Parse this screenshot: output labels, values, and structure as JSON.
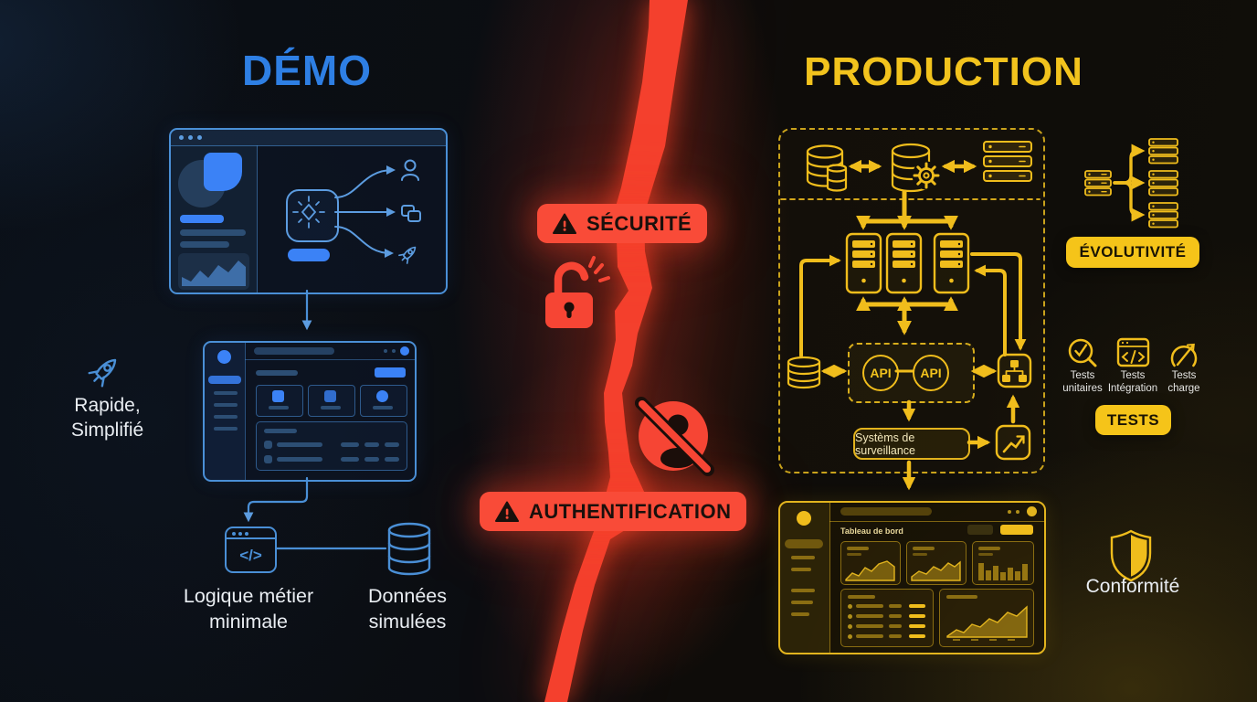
{
  "colors": {
    "demo_blue": "#2e7fe4",
    "accent_blue": "#3b82f6",
    "prod_yellow": "#f2c31d",
    "accent_yellow": "#f0bd1c",
    "alert_red": "#f94b38",
    "text_white": "#e9edf2"
  },
  "left": {
    "title": "DÉMO",
    "tagline_1": "Rapide,",
    "tagline_2": "Simplifié",
    "logic_1": "Logique métier",
    "logic_2": "minimale",
    "data_1": "Données",
    "data_2": "simulées",
    "code_glyph": "</>"
  },
  "center": {
    "security_label": "SÉCURITÉ",
    "auth_label": "AUTHENTIFICATION"
  },
  "right": {
    "title": "PRODUCTION",
    "api_left": "API",
    "api_right": "API",
    "surveillance_label": "Systèms de surveillance",
    "scalability_label": "ÉVOLUTIVITÉ",
    "tests_unit_1": "Tests",
    "tests_unit_2": "unitaires",
    "tests_integration_1": "Tests",
    "tests_integration_2": "Intégration",
    "tests_load_1": "Tests",
    "tests_load_2": "charge",
    "tests_label": "TESTS",
    "compliance_label": "Conformité",
    "dashboard_title": "Tableau de bord"
  }
}
